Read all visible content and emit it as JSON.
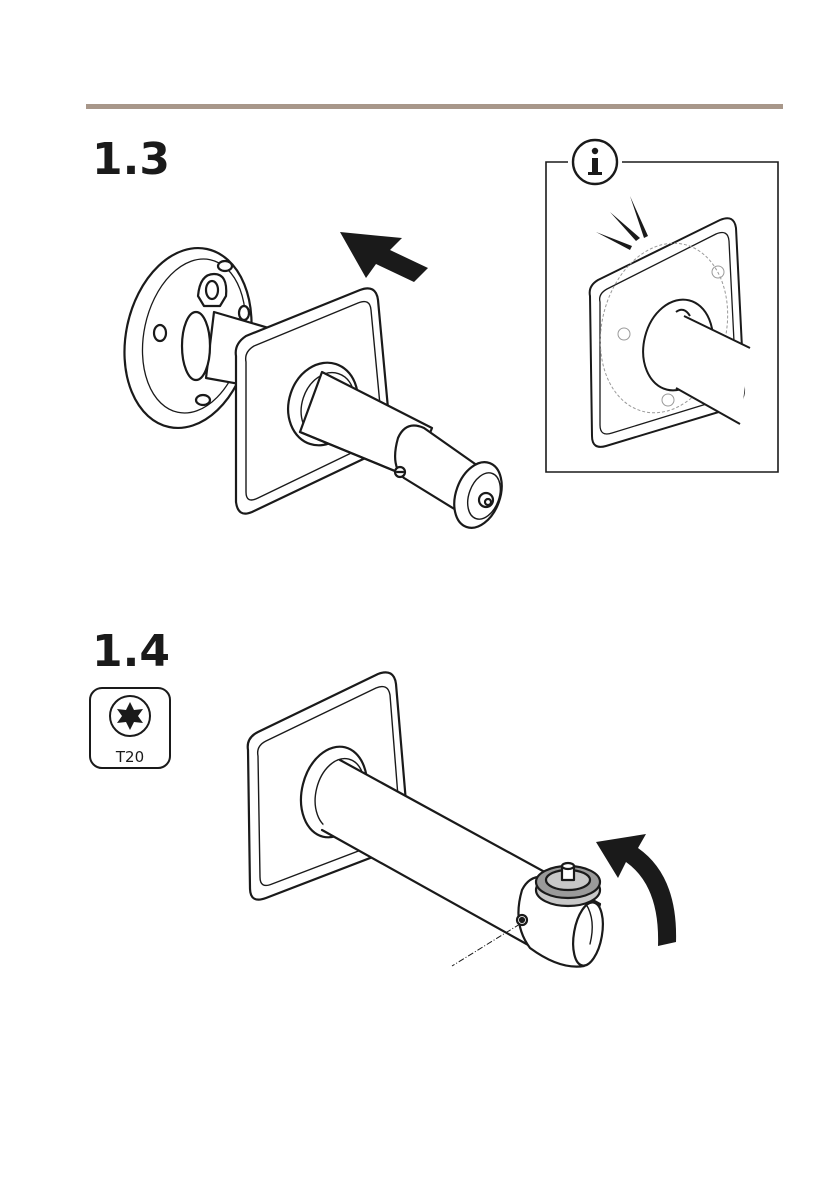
{
  "steps": [
    {
      "id": "1.3",
      "label": "1.3"
    },
    {
      "id": "1.4",
      "label": "1.4"
    }
  ],
  "tool": {
    "label": "T20",
    "icon": "torx-icon"
  },
  "info_box": {
    "icon": "info-icon"
  },
  "colors": {
    "rule": "#a8978a",
    "ink": "#1a1a1a",
    "gray": "#9a9a9a"
  }
}
